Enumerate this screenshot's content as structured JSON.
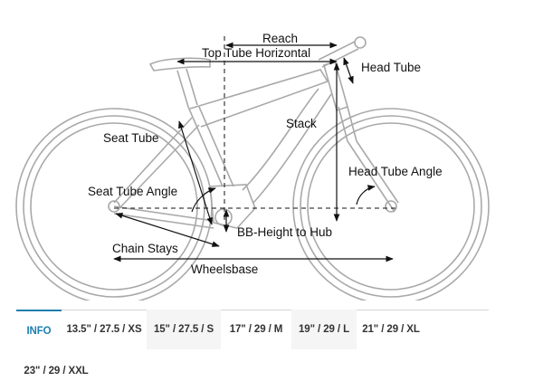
{
  "geometry_labels": {
    "reach": "Reach",
    "top_tube_horizontal": "Top Tube Horizontal",
    "head_tube": "Head Tube",
    "stack": "Stack",
    "seat_tube": "Seat Tube",
    "head_tube_angle": "Head Tube Angle",
    "seat_tube_angle": "Seat Tube Angle",
    "bb_height_to_hub": "BB-Height to Hub",
    "chain_stays": "Chain Stays",
    "wheelsbase": "Wheelsbase"
  },
  "tabs": [
    {
      "label": "INFO",
      "active": true
    },
    {
      "label": "13.5\" / 27.5 / XS",
      "active": false
    },
    {
      "label": "15\" / 27.5 / S",
      "active": false
    },
    {
      "label": "17\" / 29 / M",
      "active": false
    },
    {
      "label": "19\" / 29 / L",
      "active": false
    },
    {
      "label": "21\" / 29 / XL",
      "active": false
    },
    {
      "label": "23\" / 29 / XXL",
      "active": false
    }
  ],
  "colors": {
    "accent": "#1e7fb0",
    "frame_outline": "#a9a9a9",
    "arrow": "#111111"
  }
}
